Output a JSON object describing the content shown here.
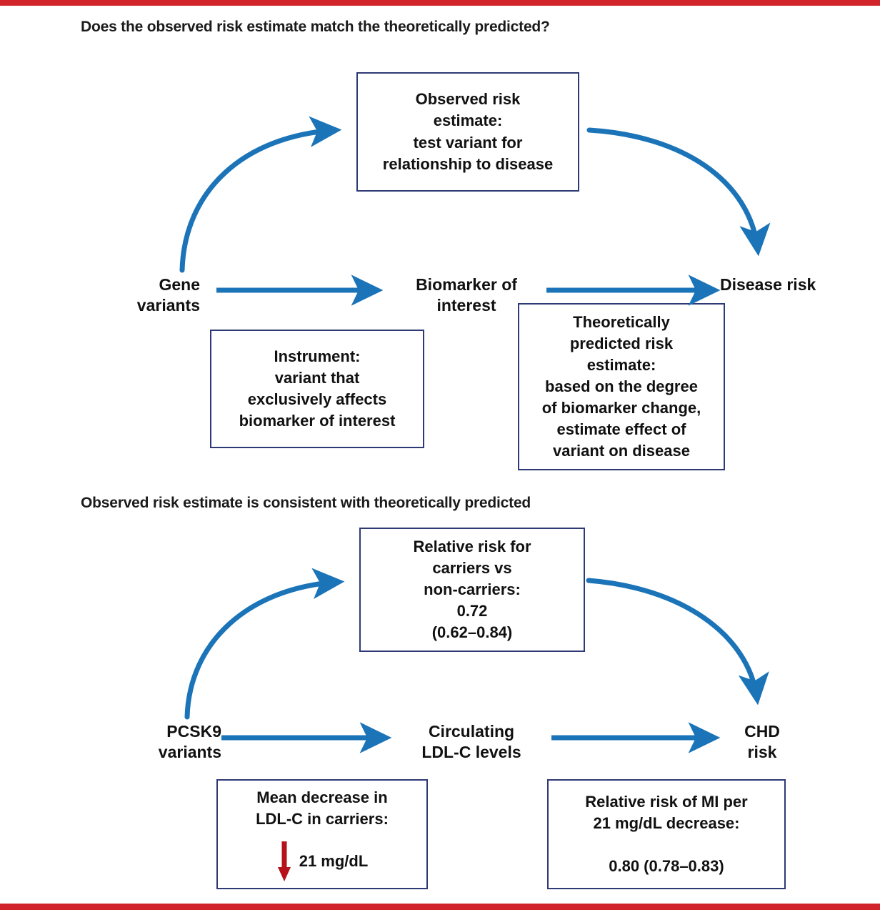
{
  "figure": {
    "accent_blue": "#1b74b8",
    "box_border": "#2e3a76",
    "rule_red": "#d1232a",
    "arrow_red": "#b5121b",
    "text_color": "#111111"
  },
  "panel_top": {
    "heading": "Does the observed risk estimate match the theoretically predicted?",
    "observed_box": "Observed risk\nestimate:\ntest variant for\nrelationship to disease",
    "nodes": {
      "source": "Gene\nvariants",
      "mediator": "Biomarker of\ninterest",
      "outcome": "Disease risk"
    },
    "instrument_box": "Instrument:\nvariant that\nexclusively affects\nbiomarker of interest",
    "predicted_box": "Theoretically\npredicted risk\nestimate:\nbased on the degree\nof biomarker change,\nestimate effect of\nvariant on disease"
  },
  "panel_bottom": {
    "heading": "Observed risk estimate is consistent with theoretically predicted",
    "relative_risk_box": "Relative risk for\ncarriers vs\nnon-carriers:\n0.72\n(0.62–0.84)",
    "nodes": {
      "source": "PCSK9\nvariants",
      "mediator": "Circulating\nLDL-C levels",
      "outcome": "CHD\nrisk"
    },
    "mean_decrease_box": {
      "title": "Mean decrease in\nLDL-C in carriers:",
      "value": "21 mg/dL",
      "arrow_icon": "down-arrow-icon"
    },
    "relative_risk_mi_box": "Relative risk of MI per\n21 mg/dL decrease:\n\n0.80 (0.78–0.83)"
  }
}
